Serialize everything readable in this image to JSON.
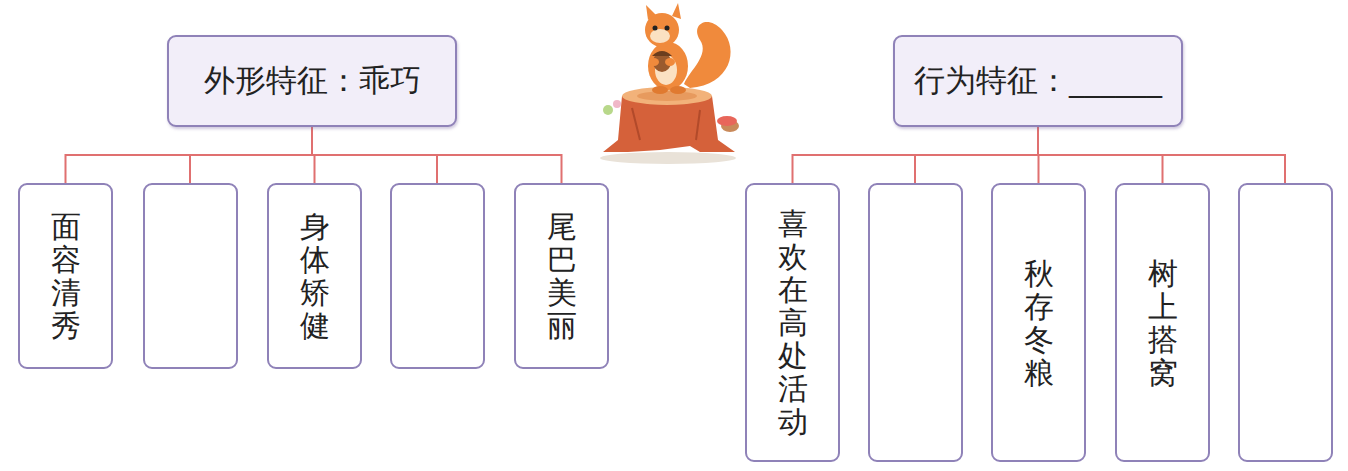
{
  "diagram": {
    "nodes": [
      {
        "text": [
          "外形特征：乖巧"
        ]
      },
      {
        "text": [
          "面容清秀"
        ]
      },
      {
        "text": [
          "身体矫健"
        ]
      },
      {
        "text": [
          "尾巴美丽"
        ]
      },
      {
        "text": [
          "行为特征：______"
        ]
      },
      {
        "text": [
          "喜欢在高处活动"
        ]
      },
      {
        "text": [
          "秋存冬粮"
        ]
      },
      {
        "text": [
          "树上搭窝"
        ]
      }
    ],
    "edges": [
      {
        "from": 0,
        "to": 1,
        "arrow": "none"
      },
      {
        "from": 0,
        "to": 2,
        "arrow": "none"
      },
      {
        "from": 0,
        "to": 3,
        "arrow": "none"
      },
      {
        "from": 4,
        "to": 5,
        "arrow": "none"
      },
      {
        "from": 4,
        "to": 6,
        "arrow": "none"
      },
      {
        "from": 4,
        "to": 7,
        "arrow": "none"
      }
    ]
  }
}
